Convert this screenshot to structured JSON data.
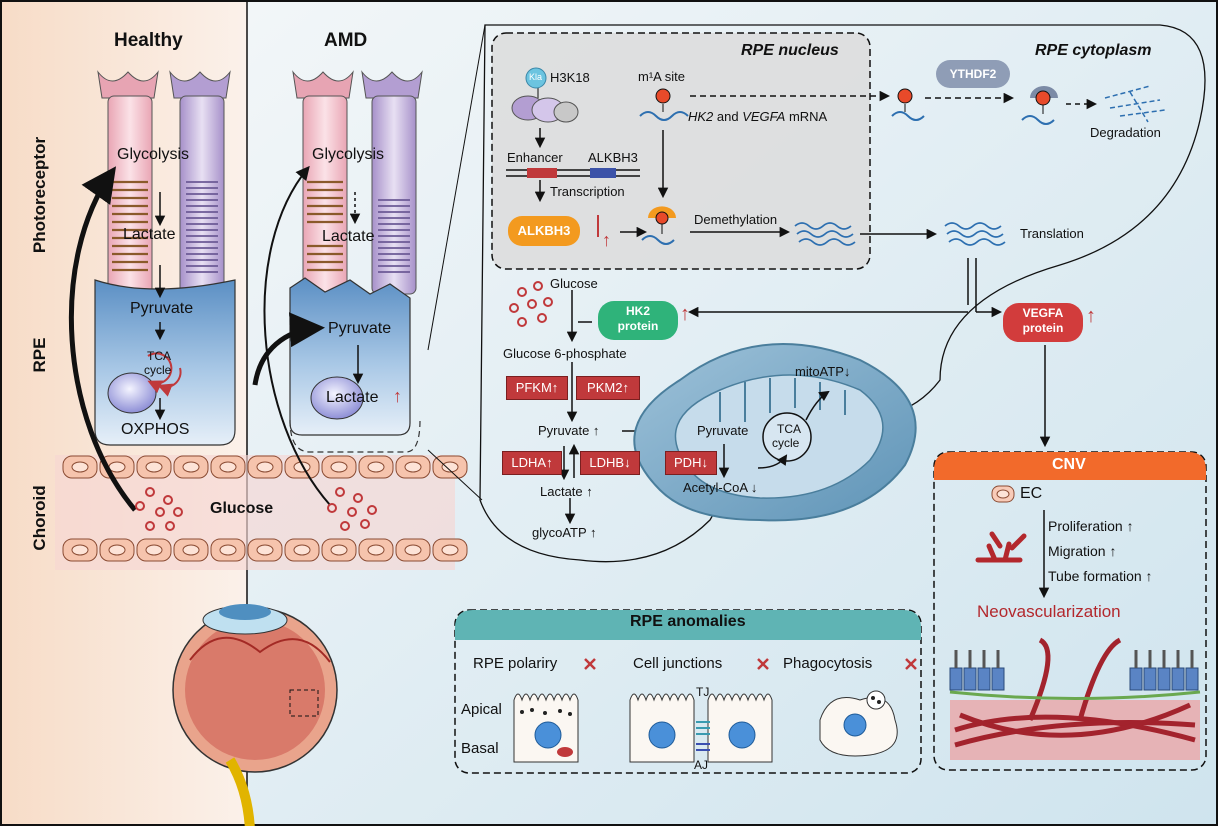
{
  "panels": {
    "healthy": "Healthy",
    "amd": "AMD"
  },
  "row_labels": {
    "photoreceptor": "Photoreceptor",
    "rpe": "RPE",
    "choroid": "Choroid"
  },
  "healthy": {
    "glycolysis": "Glycolysis",
    "lactate": "Lactate",
    "pyruvate": "Pyruvate",
    "tca": "TCA",
    "cycle": "cycle",
    "oxphos": "OXPHOS"
  },
  "amd": {
    "glycolysis": "Glycolysis",
    "lactate_pr": "Lactate",
    "pyruvate": "Pyruvate",
    "lactate_rpe": "Lactate"
  },
  "glucose_label": "Glucose",
  "nucleus": {
    "title": "RPE nucleus",
    "kla": "Kla",
    "h3k18": "H3K18",
    "enhancer": "Enhancer",
    "alkbh3_gene": "ALKBH3",
    "transcription": "Transcription",
    "alkbh3_protein": "ALKBH3",
    "m1a_site": "m¹A site",
    "mrna_gene1": "HK2",
    "mrna_and": " and ",
    "mrna_gene2": "VEGFA",
    "mrna_suffix": " mRNA",
    "demethylation": "Demethylation"
  },
  "cytoplasm": {
    "title": "RPE cytoplasm",
    "ythdf2": "YTHDF2",
    "degradation": "Degradation",
    "translation": "Translation",
    "glucose": "Glucose",
    "hk2_line1": "HK2",
    "hk2_line2": "protein",
    "vegfa_line1": "VEGFA",
    "vegfa_line2": "protein",
    "g6p": "Glucose 6-phosphate",
    "pfkm": "PFKM↑",
    "pkm2": "PKM2↑",
    "pyruvate": "Pyruvate ↑",
    "ldha": "LDHA↑",
    "ldhb": "LDHB↓",
    "lactate": "Lactate ↑",
    "glycoatp": "glycoATP ↑",
    "mito_pyruvate": "Pyruvate",
    "pdh": "PDH↓",
    "acetylcoa": "Acetyl-CoA ↓",
    "mitoatp": "mitoATP↓",
    "tca": "TCA",
    "cycle": "cycle"
  },
  "cnv": {
    "title": "CNV",
    "ec": "EC",
    "proliferation": "Proliferation ↑",
    "migration": "Migration ↑",
    "tube_formation": "Tube formation ↑",
    "neovascularization": "Neovascularization"
  },
  "anomalies": {
    "title": "RPE anomalies",
    "polarity": "RPE polariry",
    "junctions": "Cell junctions",
    "phagocytosis": "Phagocytosis",
    "apical": "Apical",
    "basal": "Basal",
    "tj": "TJ",
    "aj": "AJ"
  },
  "colors": {
    "red_box": "#c0393b",
    "hk2_green": "#2fb37a",
    "vegfa_red": "#d23c3c",
    "alkbh3_orange": "#f39a1f",
    "cnv_orange": "#f26a2b",
    "anomalies_teal": "#5fb4b4",
    "neovascularization_red": "#b3282d"
  }
}
